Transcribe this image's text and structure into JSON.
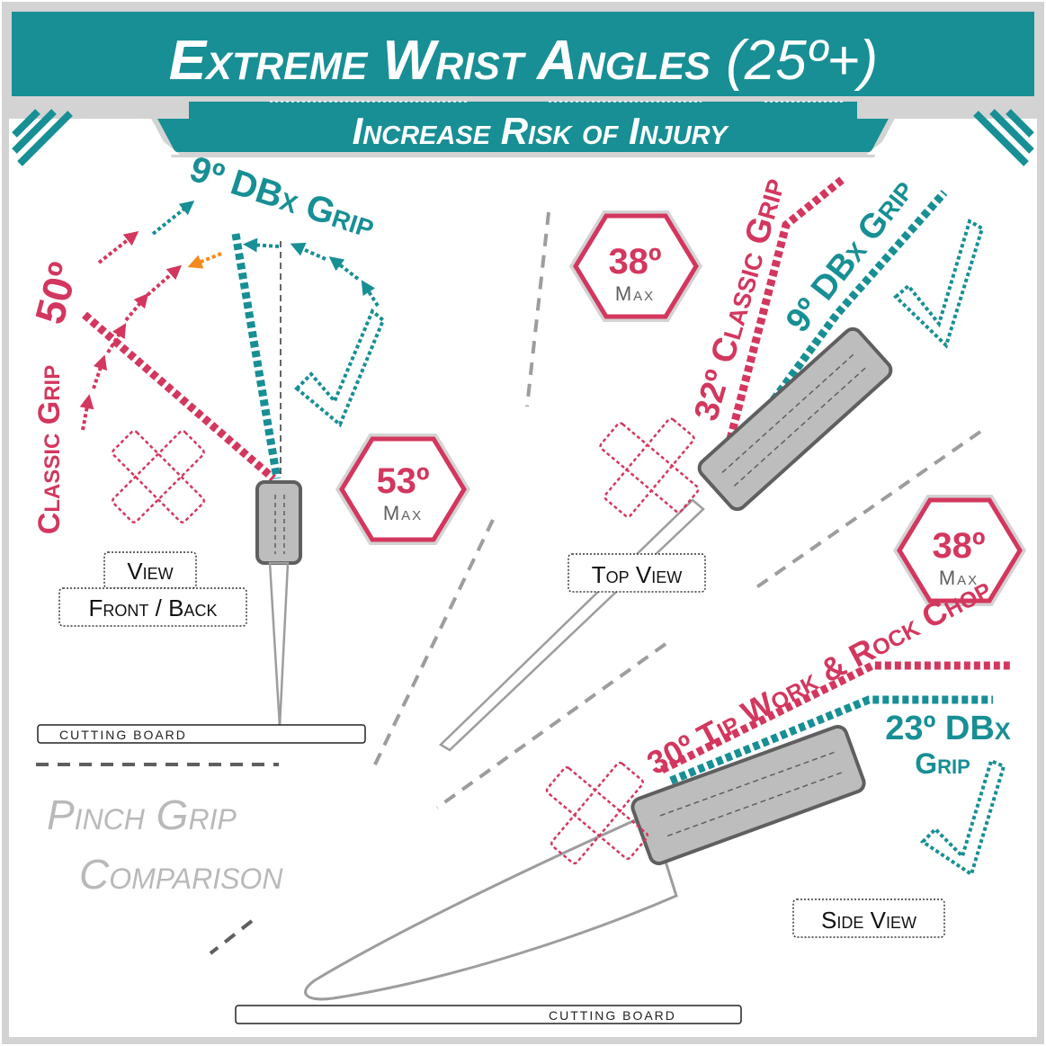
{
  "header": {
    "title": "Extreme Wrist Angles",
    "title_suffix": "(25º+)",
    "subtitle": "Increase Risk of Injury"
  },
  "colors": {
    "teal": "#178f95",
    "pink": "#d3375e",
    "orange": "#f28a1c",
    "gray": "#9d9d9d",
    "dark_gray": "#5f5f5f",
    "frame": "#d3d3d3",
    "handle": "#bdbdbd"
  },
  "front_view": {
    "dbx_label": "9º DBx Grip",
    "classic_angle": "50º",
    "classic_label": "Classic Grip",
    "max_value": "53º",
    "max_label": "Max",
    "view_line1": "View",
    "view_line2": "Front / Back",
    "cutting_board": "CUTTING BOARD"
  },
  "top_view": {
    "max_value": "38º",
    "max_label": "Max",
    "classic_label": "32º Classic Grip",
    "dbx_label": "9º DBx Grip",
    "view_label": "Top View"
  },
  "side_view": {
    "max_value": "38º",
    "max_label": "Max",
    "tip_label": "30º Tip Work & Rock Chop",
    "dbx_line1": "23º DBx",
    "dbx_line2": "Grip",
    "view_label": "Side View",
    "cutting_board": "CUTTING BOARD"
  },
  "comparison": {
    "line1": "Pinch Grip",
    "line2": "Comparison"
  },
  "icons": {
    "check": "check-mark-icon",
    "cross": "cross-mark-icon",
    "max_badge": "hexagon-badge-icon",
    "knife": "knife-icon"
  }
}
